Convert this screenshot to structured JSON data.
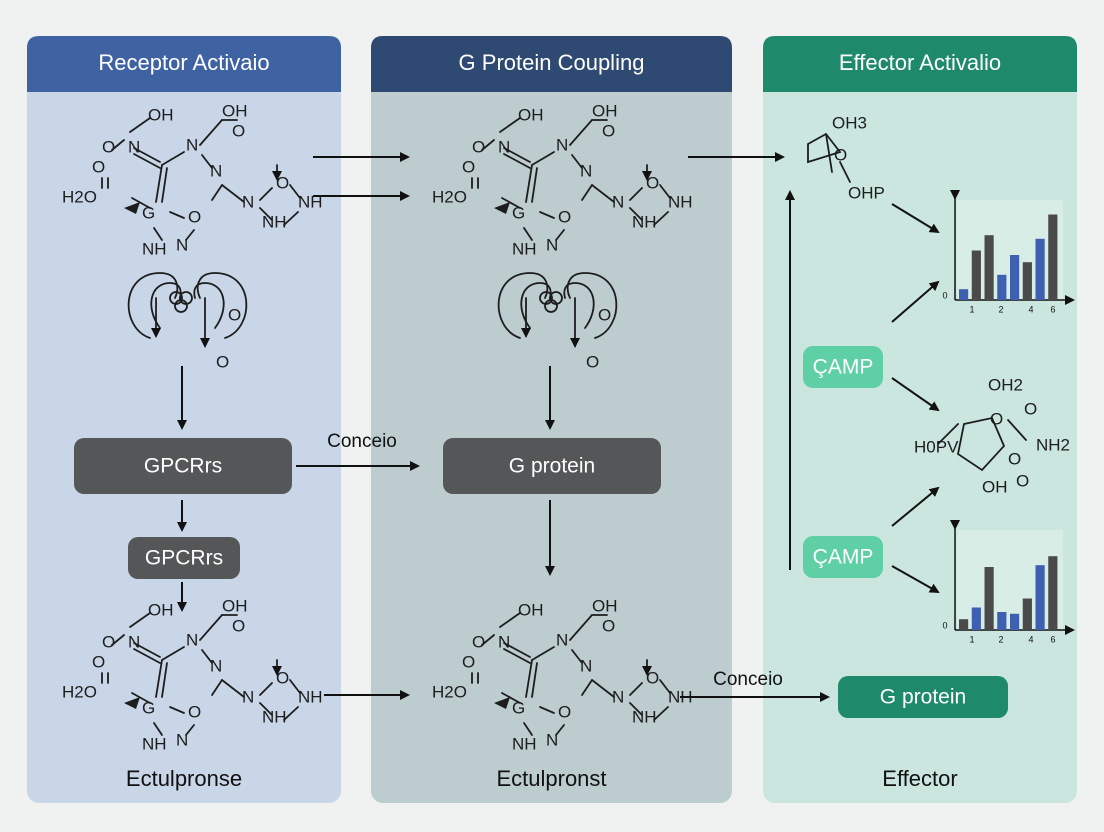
{
  "panels": [
    {
      "title": "Receptor Activaio",
      "footer": "Ectulpronse",
      "header_color": "#3f62a3",
      "body_color": "#c9d6e8"
    },
    {
      "title": "G Protein Coupling",
      "footer": "Ectulpronst",
      "header_color": "#2e4a72",
      "body_color": "#bccccf"
    },
    {
      "title": "Effector Activalio",
      "footer": "Effector",
      "header_color": "#1e8a6b",
      "body_color": "#cbe6de"
    }
  ],
  "boxes": {
    "gpcr_main": "GPCRrs",
    "gpcr_small": "GPCRrs",
    "g_protein_mid": "G protein",
    "g_protein_effector": "G protein",
    "camp_top": "ÇAMP",
    "camp_bottom": "ÇAMP"
  },
  "arrow_labels": {
    "conceio_top": "Conceio",
    "conceio_bottom": "Conceio"
  },
  "molecule_labels": {
    "oh": "OH",
    "o": "O",
    "n": "N",
    "nh": "NH",
    "h2o": "H2O",
    "g": "G",
    "oh3": "OH3",
    "ohp": "OHP",
    "oh2": "OH2",
    "hopv": "H0PV",
    "nh2": "NH2"
  },
  "colors": {
    "box_dark": "#555657",
    "camp_fill": "#5fd0a6",
    "effector_box": "#1f8a6b",
    "bar_blue": "#3f5fb0",
    "bar_gray": "#4a4a4a"
  },
  "chart_data": [
    {
      "type": "bar",
      "x_tick_labels": [
        "0",
        "1",
        "2",
        "4",
        "6"
      ],
      "values": [
        0.12,
        0.55,
        0.72,
        0.28,
        0.5,
        0.42,
        0.68,
        0.95
      ],
      "series_colors": [
        "blue",
        "gray",
        "gray",
        "blue",
        "blue",
        "gray",
        "blue",
        "gray"
      ]
    },
    {
      "type": "bar",
      "x_tick_labels": [
        "0",
        "1",
        "2",
        "4",
        "6"
      ],
      "values": [
        0.12,
        0.25,
        0.7,
        0.2,
        0.18,
        0.35,
        0.72,
        0.82
      ],
      "series_colors": [
        "gray",
        "blue",
        "gray",
        "blue",
        "blue",
        "gray",
        "blue",
        "gray"
      ]
    }
  ]
}
